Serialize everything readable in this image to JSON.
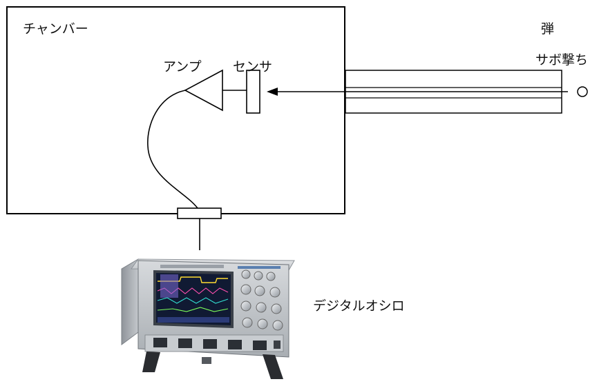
{
  "labels": {
    "chamber": "チャンバー",
    "amp": "アンプ",
    "sensor": "センサ",
    "bullet": "弾",
    "gun": "サボ撃ち",
    "oscilloscope": "デジタルオシロ"
  }
}
